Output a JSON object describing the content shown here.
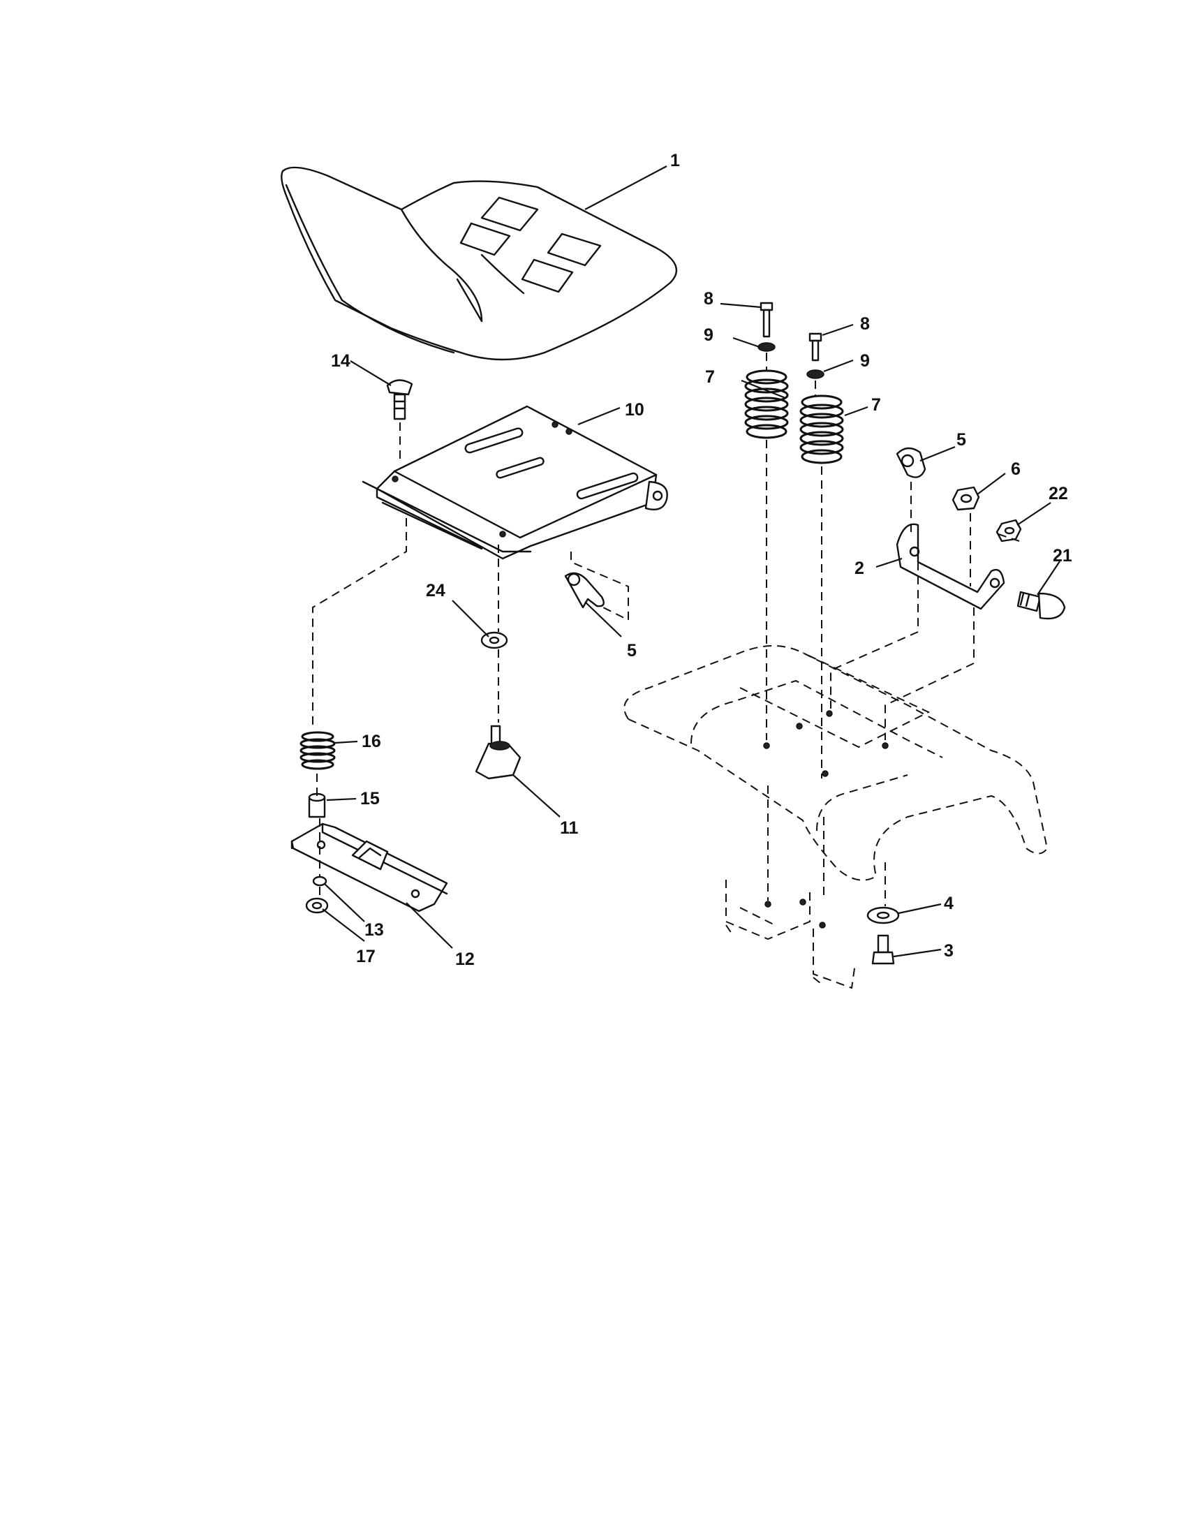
{
  "callouts": [
    {
      "id": "c1",
      "label": "1"
    },
    {
      "id": "c2",
      "label": "2"
    },
    {
      "id": "c3",
      "label": "3"
    },
    {
      "id": "c4",
      "label": "4"
    },
    {
      "id": "c5a",
      "label": "5"
    },
    {
      "id": "c5b",
      "label": "5"
    },
    {
      "id": "c6",
      "label": "6"
    },
    {
      "id": "c7a",
      "label": "7"
    },
    {
      "id": "c7b",
      "label": "7"
    },
    {
      "id": "c8a",
      "label": "8"
    },
    {
      "id": "c8b",
      "label": "8"
    },
    {
      "id": "c9a",
      "label": "9"
    },
    {
      "id": "c9b",
      "label": "9"
    },
    {
      "id": "c10",
      "label": "10"
    },
    {
      "id": "c11",
      "label": "11"
    },
    {
      "id": "c12",
      "label": "12"
    },
    {
      "id": "c13",
      "label": "13"
    },
    {
      "id": "c14",
      "label": "14"
    },
    {
      "id": "c15",
      "label": "15"
    },
    {
      "id": "c16",
      "label": "16"
    },
    {
      "id": "c17",
      "label": "17"
    },
    {
      "id": "c21",
      "label": "21"
    },
    {
      "id": "c22",
      "label": "22"
    },
    {
      "id": "c24",
      "label": "24"
    }
  ]
}
